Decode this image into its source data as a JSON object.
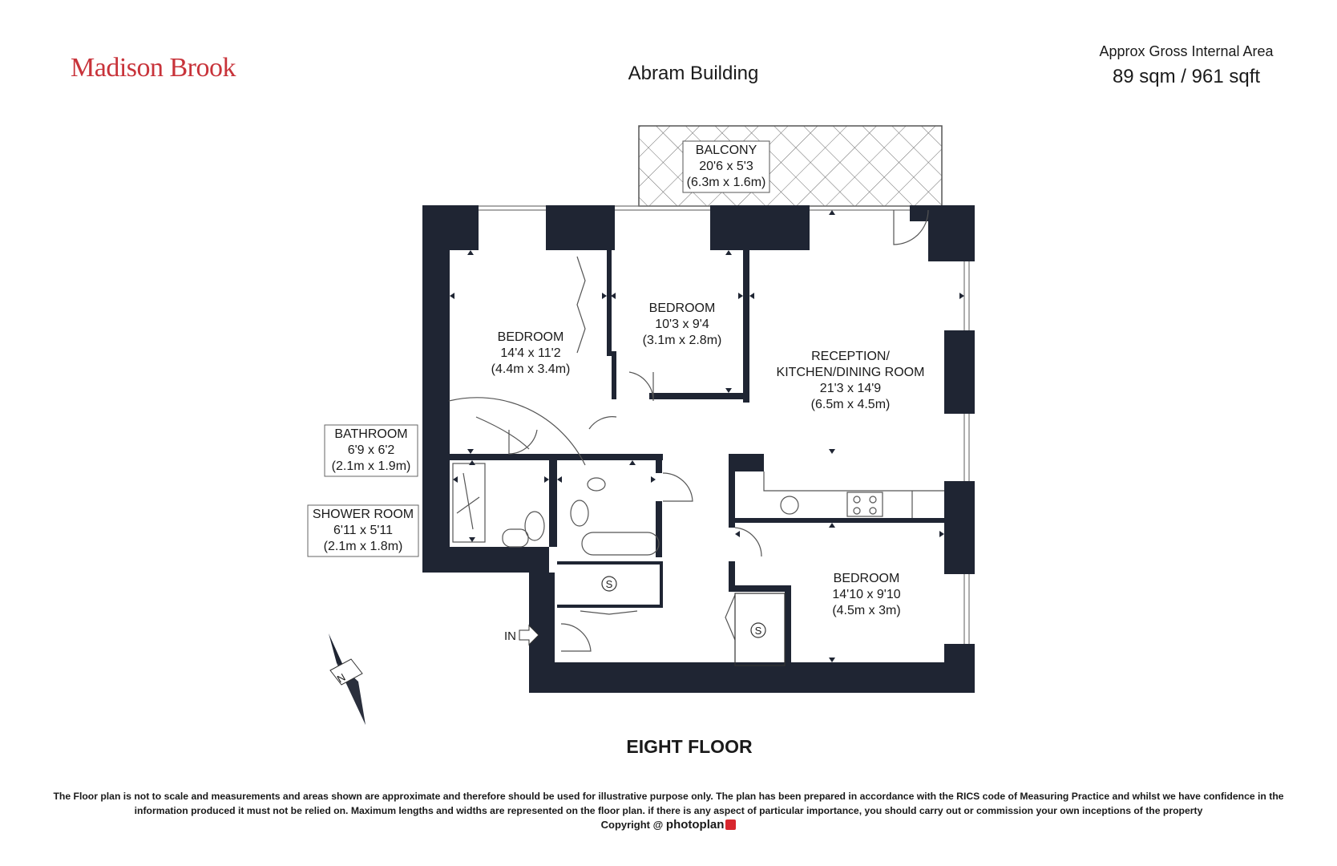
{
  "header": {
    "brand": "Madison Brook",
    "building": "Abram Building",
    "area_label": "Approx Gross Internal Area",
    "area_value": "89 sqm / 961 sqft"
  },
  "rooms": {
    "balcony": {
      "name": "BALCONY",
      "imperial": "20'6 x 5'3",
      "metric": "(6.3m x 1.6m)"
    },
    "bedroom1": {
      "name": "BEDROOM",
      "imperial": "14'4 x 11'2",
      "metric": "(4.4m x 3.4m)"
    },
    "bedroom2": {
      "name": "BEDROOM",
      "imperial": "10'3 x 9'4",
      "metric": "(3.1m x 2.8m)"
    },
    "reception": {
      "name1": "RECEPTION/",
      "name2": "KITCHEN/DINING ROOM",
      "imperial": "21'3 x 14'9",
      "metric": "(6.5m x 4.5m)"
    },
    "bathroom": {
      "name": "BATHROOM",
      "imperial": "6'9 x 6'2",
      "metric": "(2.1m x 1.9m)"
    },
    "shower": {
      "name": "SHOWER ROOM",
      "imperial": "6'11 x 5'11",
      "metric": "(2.1m x 1.8m)"
    },
    "bedroom3": {
      "name": "BEDROOM",
      "imperial": "14'10 x 9'10",
      "metric": "(4.5m x 3m)"
    }
  },
  "symbols": {
    "storage": "S",
    "entrance": "IN",
    "north": "N"
  },
  "footer": {
    "floor": "EIGHT FLOOR",
    "disclaimer": "The Floor plan is not to scale and measurements and areas shown are approximate and therefore should be used for illustrative purpose only. The plan has been prepared in accordance with the RICS code of Measuring Practice and whilst we have confidence in the information produced it must not be relied on. Maximum  lengths and widths are represented on the floor plan. if there is any aspect of particular importance, you should carry out or commission your own inceptions of the property",
    "copyright_prefix": "Copyright @ ",
    "copyright_brand": "photoplan"
  },
  "colors": {
    "wall": "#1f2533",
    "brand": "#c8333a"
  }
}
